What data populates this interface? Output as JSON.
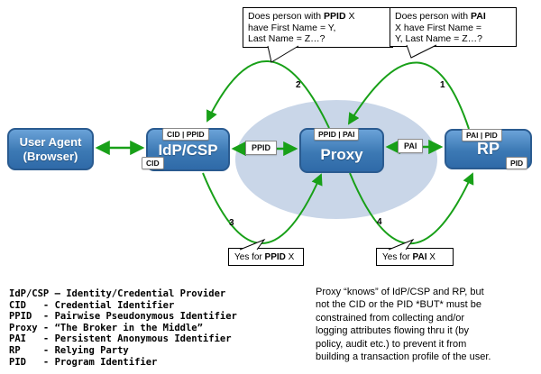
{
  "callouts": {
    "top_left": {
      "pre": "Does person with ",
      "term": "PPID",
      "post": " X",
      "line2": "have First Name = Y,",
      "line3": "Last Name = Z…?"
    },
    "top_right": {
      "pre": "Does person with ",
      "term": "PAI",
      "post": "",
      "line2": "X have First Name =",
      "line3": "Y, Last Name = Z…?"
    },
    "bottom_left": {
      "pre": "Yes for ",
      "term": "PPID",
      "post": " X"
    },
    "bottom_right": {
      "pre": "Yes for ",
      "term": "PAI",
      "post": " X"
    }
  },
  "nodes": {
    "user_agent": {
      "line1": "User Agent",
      "line2": "(Browser)"
    },
    "idp": {
      "label": "IdP/CSP",
      "tag_top": "CID | PPID",
      "tag_bottom": "CID"
    },
    "proxy": {
      "label": "Proxy",
      "tag_top": "PPID | PAI"
    },
    "rp": {
      "label": "RP",
      "tag_top": "PAI | PID",
      "tag_bottom": "PID"
    }
  },
  "edges": {
    "idp_proxy_label": "PPID",
    "proxy_rp_label": "PAI",
    "step1": "1",
    "step2": "2",
    "step3": "3",
    "step4": "4"
  },
  "legend": "IdP/CSP – Identity/Credential Provider\nCID   - Credential Identifier\nPPID  - Pairwise Pseudonymous Identifier\nProxy - “The Broker in the Middle”\nPAI   - Persistent Anonymous Identifier\nRP    - Relying Party\nPID   - Program Identifier",
  "note": "Proxy “knows” of IdP/CSP and RP, but\nnot the CID or the PID *BUT* must be\nconstrained from collecting and/or\nlogging attributes flowing thru it (by\npolicy, audit etc.) to prevent it from\nbuilding a transaction profile of the user.",
  "colors": {
    "arrow_green": "#18a018",
    "node_blue": "#3c79b4",
    "ellipse": "#c9d6e8"
  }
}
